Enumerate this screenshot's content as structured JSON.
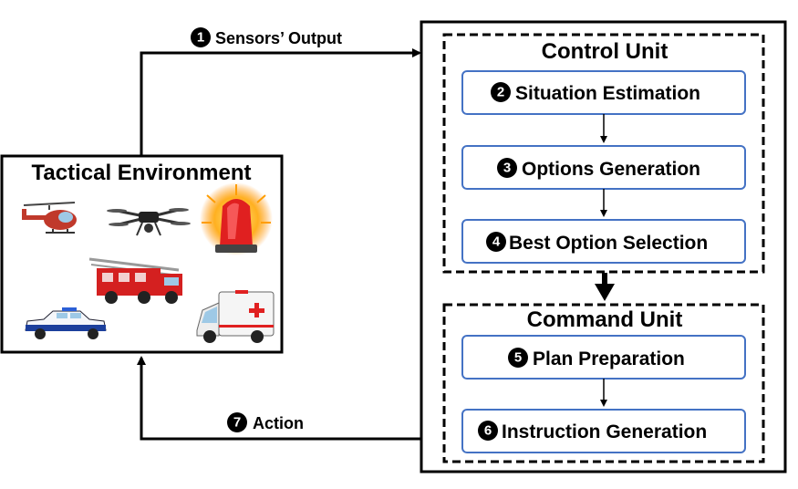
{
  "tactical_environment": {
    "title": "Tactical Environment",
    "icons": [
      "helicopter-icon",
      "drone-icon",
      "siren-icon",
      "fire-truck-icon",
      "police-car-icon",
      "ambulance-icon"
    ]
  },
  "control_unit": {
    "title": "Control Unit",
    "steps": [
      {
        "num": "2",
        "label": "Situation Estimation"
      },
      {
        "num": "3",
        "label": "Options Generation"
      },
      {
        "num": "4",
        "label": "Best Option Selection"
      }
    ]
  },
  "command_unit": {
    "title": "Command Unit",
    "steps": [
      {
        "num": "5",
        "label": "Plan Preparation"
      },
      {
        "num": "6",
        "label": "Instruction Generation"
      }
    ]
  },
  "edges": {
    "sensors": {
      "num": "1",
      "label": "Sensors’ Output"
    },
    "action": {
      "num": "7",
      "label": "Action"
    }
  },
  "colors": {
    "step_border": "#4472c4",
    "siren": "#e02020",
    "fire_truck": "#d42020"
  }
}
